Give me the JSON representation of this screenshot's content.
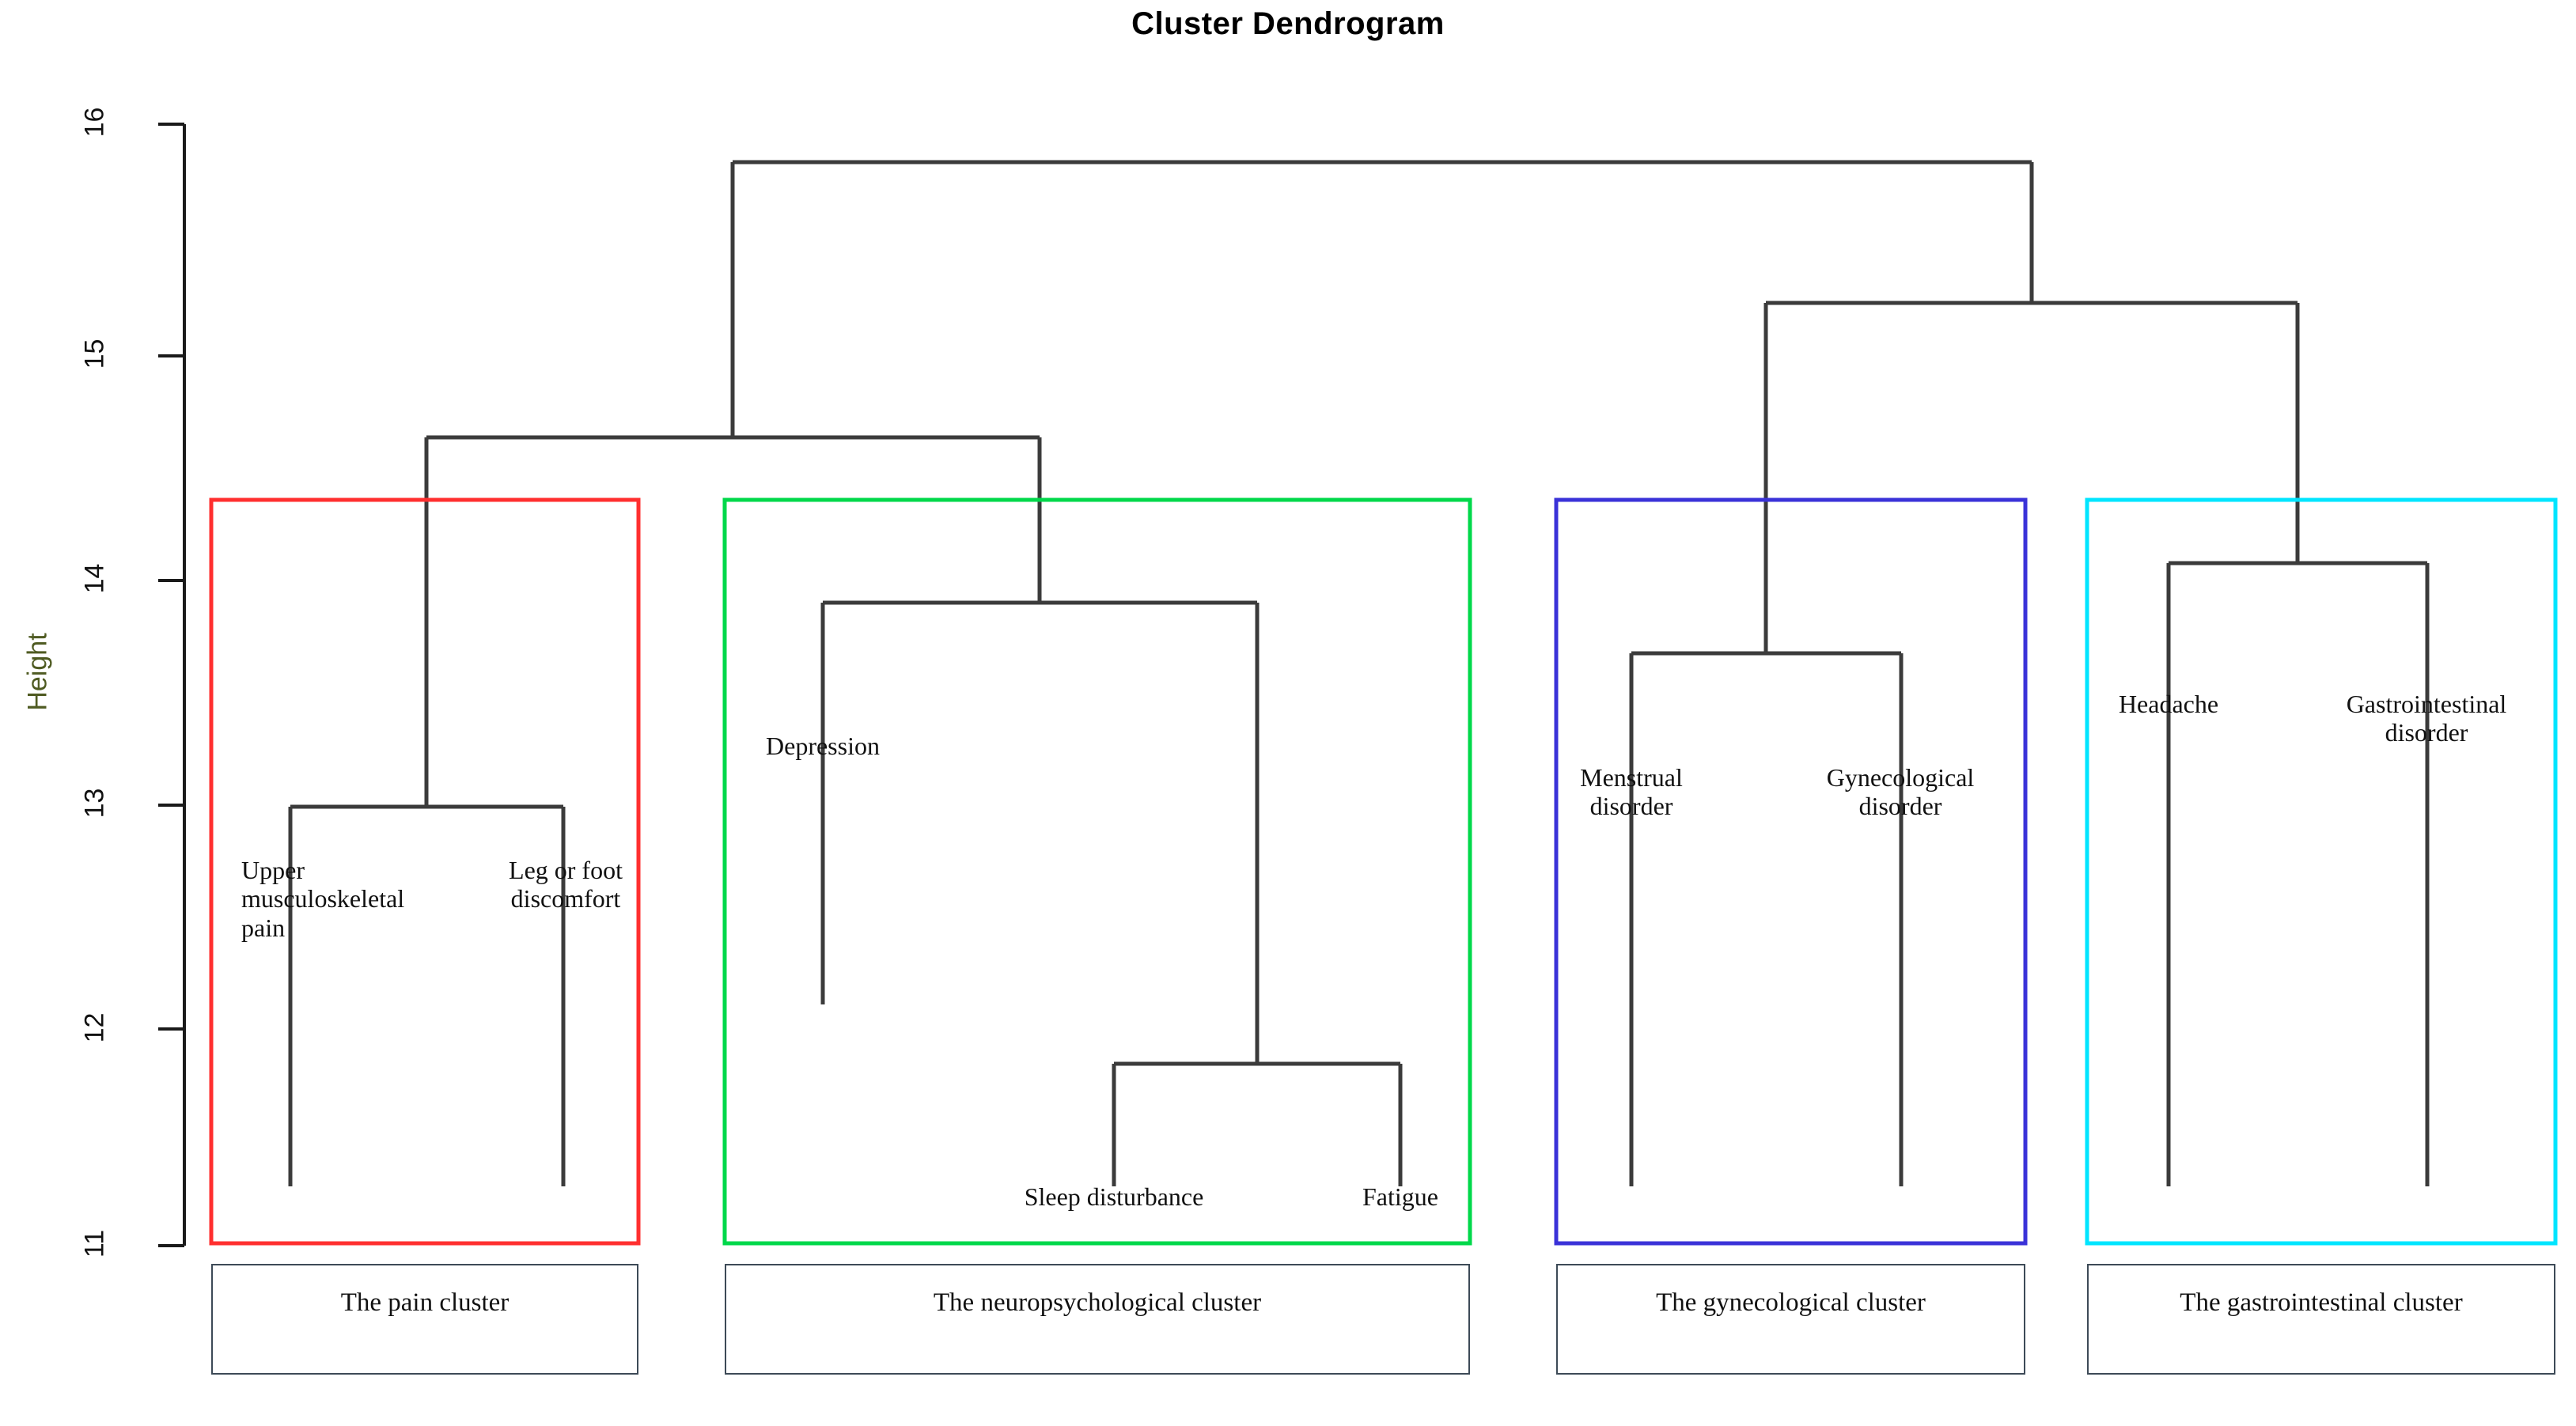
{
  "chart_data": {
    "type": "dendrogram",
    "title": "Cluster Dendrogram",
    "ylabel": "Height",
    "xlabel": "",
    "ylim": [
      11,
      16
    ],
    "yticks": [
      "11",
      "12",
      "13",
      "14",
      "15",
      "16"
    ],
    "grid": false,
    "legend": "none",
    "leaves": [
      "Upper musculoskeletal pain",
      "Leg or foot discomfort",
      "Depression",
      "Sleep disturbance",
      "Fatigue",
      "Menstrual disorder",
      "Gynecological disorder",
      "Headache",
      "Gastrointestinal disorder"
    ],
    "merges": [
      {
        "name": "pain-pair",
        "children": [
          "Upper musculoskeletal pain",
          "Leg or foot discomfort"
        ],
        "height": 13.23
      },
      {
        "name": "sleep-fatigue",
        "children": [
          "Sleep disturbance",
          "Fatigue"
        ],
        "height": 11.81
      },
      {
        "name": "neuro",
        "children": [
          "Depression",
          "sleep-fatigue"
        ],
        "height": 13.87
      },
      {
        "name": "pain-neuro",
        "children": [
          "pain-pair",
          "neuro"
        ],
        "height": 14.65
      },
      {
        "name": "gyn-pair",
        "children": [
          "Menstrual disorder",
          "Gynecological disorder"
        ],
        "height": 13.64
      },
      {
        "name": "gi-pair",
        "children": [
          "Headache",
          "Gastrointestinal disorder"
        ],
        "height": 14.05
      },
      {
        "name": "gyn-gi",
        "children": [
          "gyn-pair",
          "gi-pair"
        ],
        "height": 14.9
      },
      {
        "name": "root",
        "children": [
          "pain-neuro",
          "gyn-gi"
        ],
        "height": 15.84
      }
    ],
    "cut_height": 14.34,
    "clusters": [
      {
        "name": "The pain cluster",
        "color": "#FF2F2F",
        "members": [
          "Upper musculoskeletal pain",
          "Leg or foot discomfort"
        ]
      },
      {
        "name": "The neuropsychological  cluster",
        "color": "#00D84A",
        "members": [
          "Depression",
          "Sleep disturbance",
          "Fatigue"
        ]
      },
      {
        "name": "The gynecological cluster",
        "color": "#3A32D8",
        "members": [
          "Menstrual disorder",
          "Gynecological disorder"
        ]
      },
      {
        "name": "The gastrointestinal cluster",
        "color": "#00E5FF",
        "members": [
          "Headache",
          "Gastrointestinal disorder"
        ]
      }
    ]
  },
  "axis": {
    "title": "Height",
    "ticks": [
      "16",
      "15",
      "14",
      "13",
      "12",
      "11"
    ]
  },
  "title": "Cluster Dendrogram",
  "leaf_labels": {
    "upper_musculoskeletal_pain": "Upper\nmusculoskeletal\npain",
    "leg_or_foot_discomfort": "Leg or foot\ndiscomfort",
    "depression": "Depression",
    "sleep_disturbance": "Sleep disturbance",
    "fatigue": "Fatigue",
    "menstrual_disorder": "Menstrual\ndisorder",
    "gynecological_disorder": "Gynecological\ndisorder",
    "headache": "Headache",
    "gastrointestinal_disorder": "Gastrointestinal\ndisorder"
  },
  "cluster_boxes": [
    {
      "label": "The pain cluster"
    },
    {
      "label": "The neuropsychological  cluster"
    },
    {
      "label": "The gynecological cluster"
    },
    {
      "label": "The gastrointestinal cluster"
    }
  ],
  "colors": {
    "pain": "#FF2F2F",
    "neuropsychological": "#00D84A",
    "gynecological": "#3A32D8",
    "gastrointestinal": "#00E5FF",
    "branch": "#3b3b3b",
    "axis": "#1a1a1a",
    "axis_title": "#4f5b22",
    "box_border": "#3d4a57"
  }
}
